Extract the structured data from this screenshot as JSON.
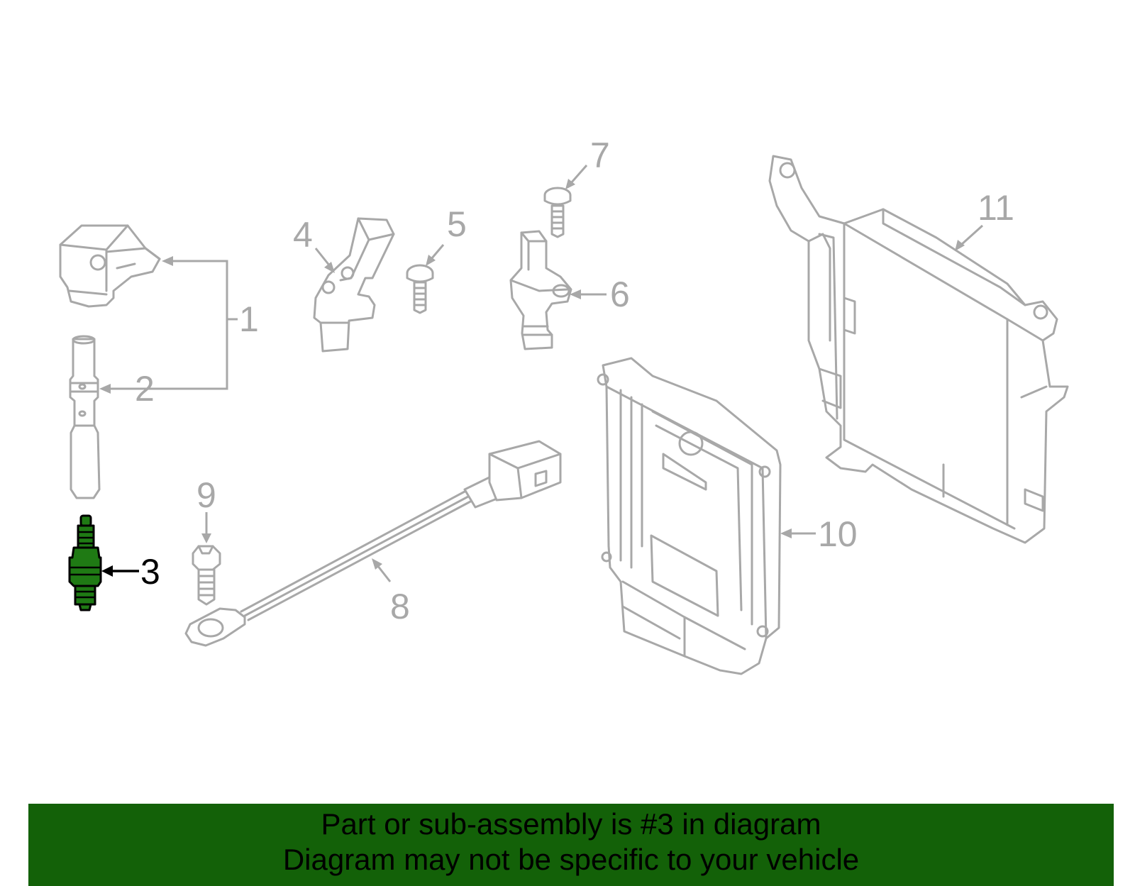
{
  "diagram": {
    "highlighted_part": "3",
    "highlight_color": "#1f7a14",
    "line_color": "#a8a8a8",
    "callouts": {
      "c1": "1",
      "c2": "2",
      "c3": "3",
      "c4": "4",
      "c5": "5",
      "c6": "6",
      "c7": "7",
      "c8": "8",
      "c9": "9",
      "c10": "10",
      "c11": "11"
    }
  },
  "banner": {
    "line1": "Part or sub-assembly is #3 in diagram",
    "line2": "Diagram may not be specific to your vehicle",
    "background": "#136108"
  }
}
